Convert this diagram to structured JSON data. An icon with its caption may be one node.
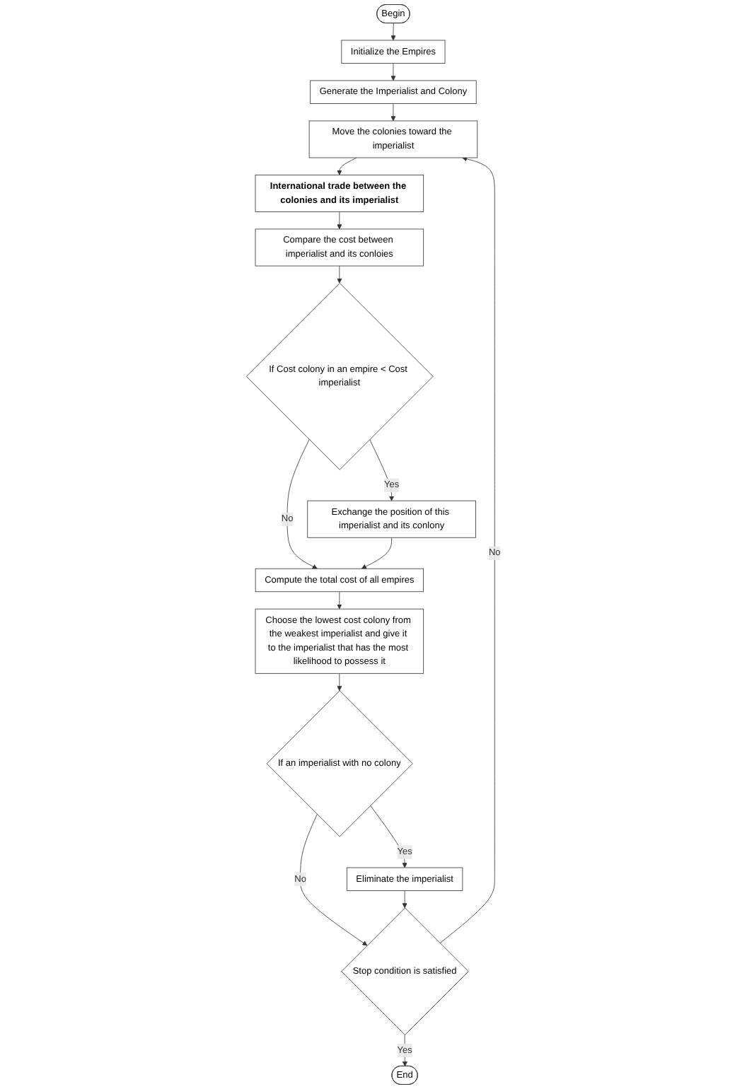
{
  "diagram": {
    "nodes": [
      {
        "text": [
          "Begin"
        ]
      },
      {
        "text": [
          "Initialize the Empires"
        ]
      },
      {
        "text": [
          "Generate the Imperialist and Colony"
        ]
      },
      {
        "text": [
          "Move the colonies toward the imperialist"
        ]
      },
      {
        "text": [
          "International trade between the colonies and its imperialist"
        ]
      },
      {
        "text": [
          "Compare the cost between imperialist and its conloies"
        ]
      },
      {
        "text": [
          "If Cost colony in an empire < Cost imperialist"
        ]
      },
      {
        "text": [
          "Exchange the position of this imperialist and its conlony"
        ]
      },
      {
        "text": [
          "Compute the total cost of all empires"
        ]
      },
      {
        "text": [
          "Choose the lowest cost colony from the weakest imperialist and give it to the imperialist that has the most likelihood to possess it"
        ]
      },
      {
        "text": [
          "If an imperialist with no colony"
        ]
      },
      {
        "text": [
          "Eliminate the imperialist"
        ]
      },
      {
        "text": [
          "Stop condition is satisfied"
        ]
      },
      {
        "text": [
          "End"
        ]
      }
    ],
    "edges": [
      {
        "from": 0,
        "to": 1,
        "arrow": "to"
      },
      {
        "from": 1,
        "to": 2,
        "arrow": "to"
      },
      {
        "from": 2,
        "to": 3,
        "arrow": "to"
      },
      {
        "from": 3,
        "to": 4,
        "arrow": "to"
      },
      {
        "from": 4,
        "to": 5,
        "arrow": "to"
      },
      {
        "from": 5,
        "to": 6,
        "arrow": "to"
      },
      {
        "from": 6,
        "to": 7,
        "arrow": "to",
        "label": "Yes"
      },
      {
        "from": 6,
        "to": 8,
        "arrow": "to",
        "label": "No"
      },
      {
        "from": 7,
        "to": 8,
        "arrow": "to"
      },
      {
        "from": 8,
        "to": 9,
        "arrow": "to"
      },
      {
        "from": 9,
        "to": 10,
        "arrow": "to"
      },
      {
        "from": 10,
        "to": 11,
        "arrow": "to",
        "label": "Yes"
      },
      {
        "from": 10,
        "to": 12,
        "arrow": "to",
        "label": "No"
      },
      {
        "from": 11,
        "to": 12,
        "arrow": "to"
      },
      {
        "from": 12,
        "to": 3,
        "arrow": "to",
        "label": "No"
      },
      {
        "from": 12,
        "to": 13,
        "arrow": "to",
        "label": "Yes"
      }
    ]
  }
}
